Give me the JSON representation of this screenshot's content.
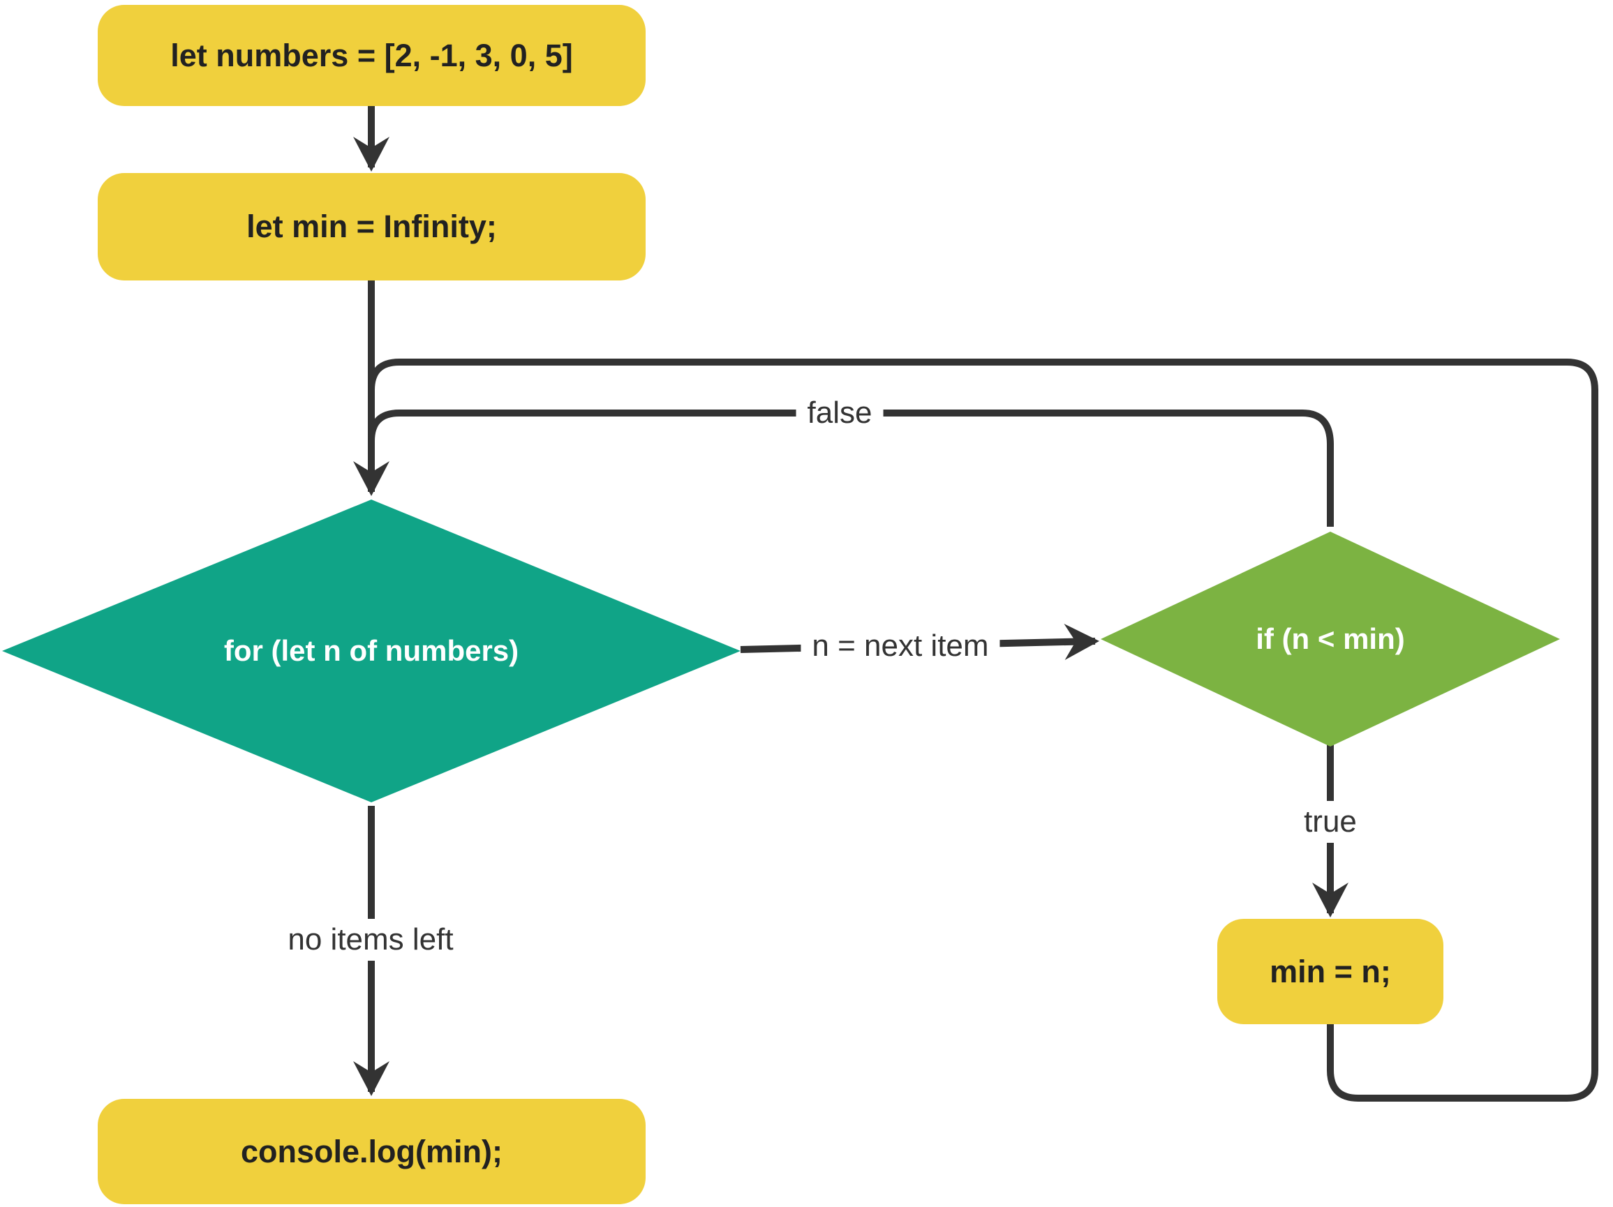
{
  "diagram": {
    "title": "find-minimum flowchart",
    "type": "flowchart"
  },
  "colors": {
    "yellow": "#F0D03D",
    "teal": "#10A487",
    "green": "#7CB342",
    "line": "#333333",
    "text": "#212121",
    "label": "#333333",
    "bg": "#ffffff"
  },
  "nodes": {
    "init_numbers": {
      "label": "let numbers = [2, -1, 3, 0, 5]",
      "shape": "rounded-rect",
      "fill": "#F0D03D"
    },
    "init_min": {
      "label": "let min = Infinity;",
      "shape": "rounded-rect",
      "fill": "#F0D03D"
    },
    "for_loop": {
      "label": "for (let n of numbers)",
      "shape": "diamond",
      "fill": "#10A487"
    },
    "if_check": {
      "label": "if (n < min)",
      "shape": "diamond",
      "fill": "#7CB342"
    },
    "assign_min": {
      "label": "min = n;",
      "shape": "rounded-rect",
      "fill": "#F0D03D"
    },
    "output": {
      "label": "console.log(min);",
      "shape": "rounded-rect",
      "fill": "#F0D03D"
    }
  },
  "edge_labels": {
    "false_branch": "false",
    "next_item": "n = next item",
    "true_branch": "true",
    "loop_done": "no items left"
  }
}
